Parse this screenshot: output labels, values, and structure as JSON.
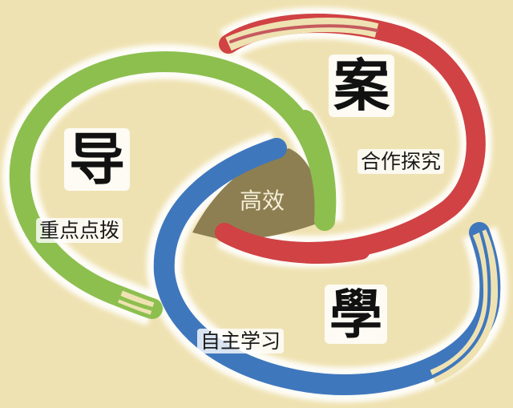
{
  "diagram": {
    "background_color": "#efe2b2",
    "center": {
      "label": "高效",
      "color": "#8e7f52"
    },
    "nodes": [
      {
        "id": "dao",
        "title": "导",
        "subtitle": "重点点拨",
        "color": "#8dbf4f"
      },
      {
        "id": "an",
        "title": "案",
        "subtitle": "合作探究",
        "color": "#d04244"
      },
      {
        "id": "xue",
        "title": "學",
        "subtitle": "自主学习",
        "color": "#3f77bd"
      }
    ]
  }
}
